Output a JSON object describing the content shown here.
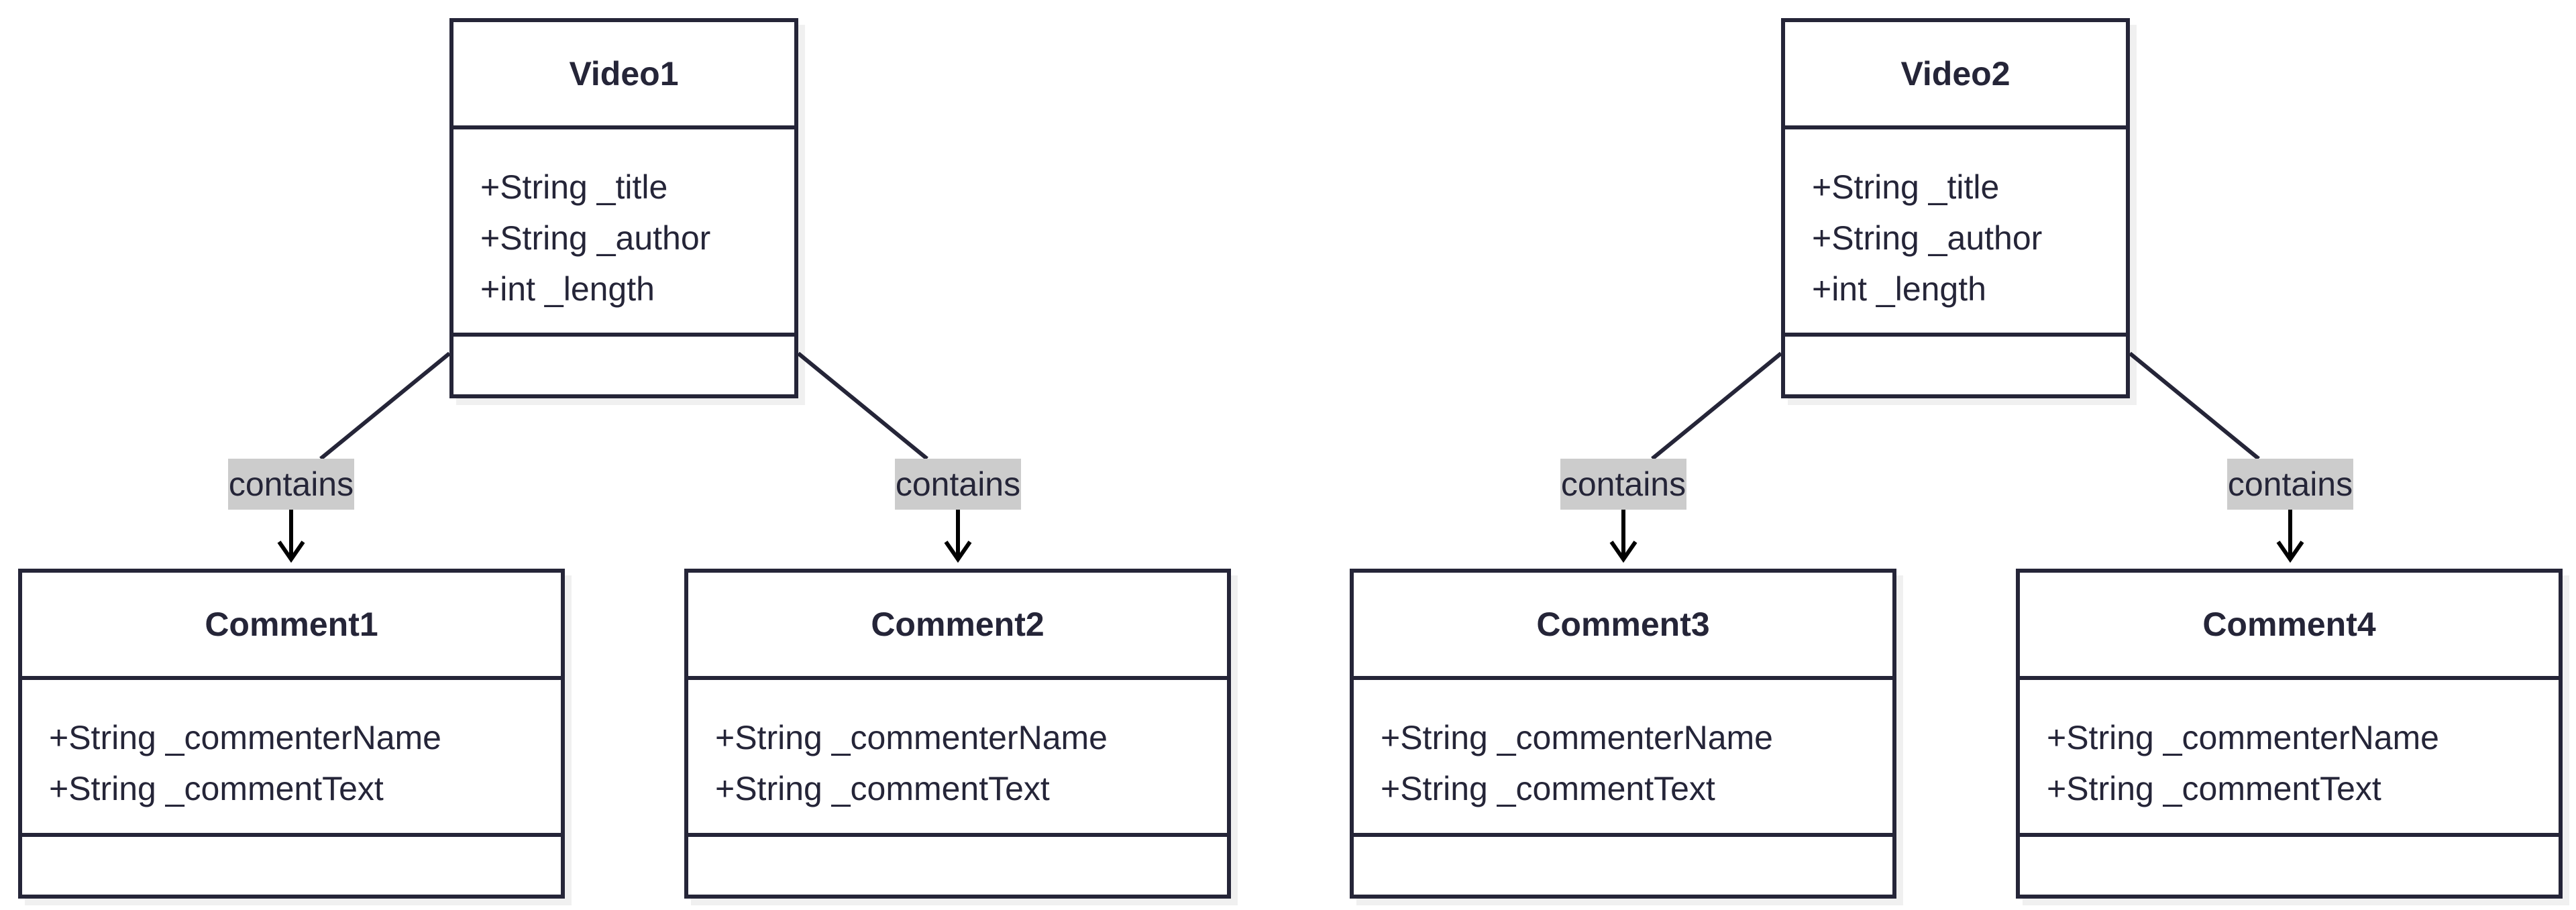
{
  "classes": [
    {
      "id": "video1",
      "name": "Video1",
      "attributes": [
        "+String _title",
        "+String _author",
        "+int _length"
      ],
      "methods": []
    },
    {
      "id": "video2",
      "name": "Video2",
      "attributes": [
        "+String _title",
        "+String _author",
        "+int _length"
      ],
      "methods": []
    },
    {
      "id": "comment1",
      "name": "Comment1",
      "attributes": [
        "+String _commenterName",
        "+String _commentText"
      ],
      "methods": []
    },
    {
      "id": "comment2",
      "name": "Comment2",
      "attributes": [
        "+String _commenterName",
        "+String _commentText"
      ],
      "methods": []
    },
    {
      "id": "comment3",
      "name": "Comment3",
      "attributes": [
        "+String _commenterName",
        "+String _commentText"
      ],
      "methods": []
    },
    {
      "id": "comment4",
      "name": "Comment4",
      "attributes": [
        "+String _commenterName",
        "+String _commentText"
      ],
      "methods": []
    }
  ],
  "relations": [
    {
      "from": "video1",
      "to": "comment1",
      "label": "contains",
      "arrow": "open"
    },
    {
      "from": "video1",
      "to": "comment2",
      "label": "contains",
      "arrow": "open"
    },
    {
      "from": "video2",
      "to": "comment3",
      "label": "contains",
      "arrow": "open"
    },
    {
      "from": "video2",
      "to": "comment4",
      "label": "contains",
      "arrow": "open"
    }
  ],
  "colors": {
    "stroke": "#252538",
    "arrow": "#000000",
    "label_background": "#cccccc",
    "background": "#ffffff"
  }
}
